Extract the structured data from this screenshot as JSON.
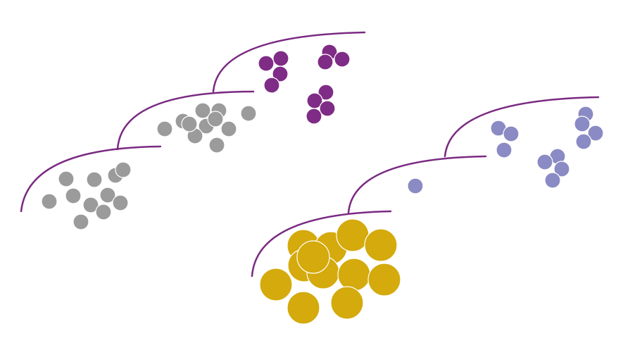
{
  "colors": {
    "curve": "#7a2a82",
    "gray": "#9b9b9b",
    "purple": "#7f2c86",
    "lavender": "#8a8ac4",
    "gold": "#d4aa0c"
  },
  "hierarchies": [
    {
      "name": "left-hierarchy",
      "levels": [
        {
          "cluster_color": "purple",
          "subgroup_counts": [
            4,
            3,
            4
          ]
        },
        {
          "cluster_color": "gray",
          "dot_count": 11
        },
        {
          "cluster_color": "gray",
          "dot_count": 11
        }
      ]
    },
    {
      "name": "right-hierarchy",
      "levels": [
        {
          "cluster_color": "lavender",
          "subgroup_counts": [
            3,
            4,
            4
          ]
        },
        {
          "cluster_color": "lavender",
          "dot_count": 1
        },
        {
          "cluster_color": "gold",
          "dot_count": 12
        }
      ]
    }
  ]
}
